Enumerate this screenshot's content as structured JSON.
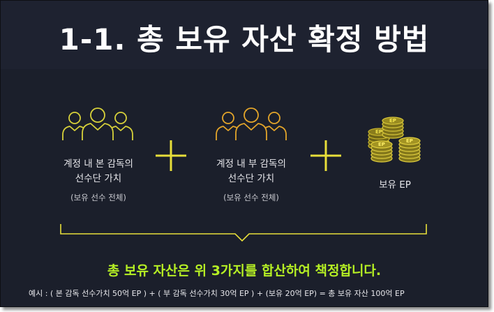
{
  "title": "1-1. 총 보유 자산 확정 방법",
  "items": [
    {
      "label_line1": "계정 내 본 감독의",
      "label_line2": "선수단 가치",
      "sublabel": "(보유 선수 전체)",
      "icon": "players-group-icon",
      "color": "#d7d13a"
    },
    {
      "label_line1": "계정 내 부 감독의",
      "label_line2": "선수단 가치",
      "sublabel": "(보유 선수 전체)",
      "icon": "players-group-icon",
      "color": "#e3a52a"
    },
    {
      "label_line1": "보유 EP",
      "icon": "ep-coins-icon",
      "coin_text": "EP",
      "color": "#d9c83a"
    }
  ],
  "summary": "총 보유 자산은 위 3가지를 합산하여 책정합니다.",
  "example": "예시 : ( 본 감독 선수가치 50억 EP ) + ( 부 감독 선수가치 30억 EP ) + (보유 20억 EP) = 총 보유 자산 100억 EP",
  "colors": {
    "accent_green": "#b6f024",
    "accent_yellow": "#e8df3a",
    "background": "#1b1f2b"
  }
}
